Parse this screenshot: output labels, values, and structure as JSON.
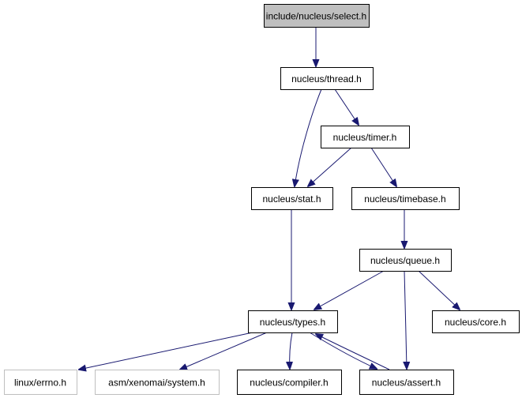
{
  "graph": {
    "edge_color": "#191970",
    "root_fill": "#bfbfbf",
    "external_border": "#bfbfbf",
    "nodes": [
      {
        "id": "select",
        "label": "include/nucleus/select.h",
        "kind": "root"
      },
      {
        "id": "thread",
        "label": "nucleus/thread.h",
        "kind": "header"
      },
      {
        "id": "timer",
        "label": "nucleus/timer.h",
        "kind": "header"
      },
      {
        "id": "stat",
        "label": "nucleus/stat.h",
        "kind": "header"
      },
      {
        "id": "timebase",
        "label": "nucleus/timebase.h",
        "kind": "header"
      },
      {
        "id": "queue",
        "label": "nucleus/queue.h",
        "kind": "header"
      },
      {
        "id": "types",
        "label": "nucleus/types.h",
        "kind": "header"
      },
      {
        "id": "core",
        "label": "nucleus/core.h",
        "kind": "header"
      },
      {
        "id": "errno",
        "label": "linux/errno.h",
        "kind": "external"
      },
      {
        "id": "system",
        "label": "asm/xenomai/system.h",
        "kind": "external"
      },
      {
        "id": "compiler",
        "label": "nucleus/compiler.h",
        "kind": "header"
      },
      {
        "id": "assert",
        "label": "nucleus/assert.h",
        "kind": "header"
      }
    ],
    "edges": [
      {
        "from": "select",
        "to": "thread"
      },
      {
        "from": "thread",
        "to": "stat"
      },
      {
        "from": "thread",
        "to": "timer"
      },
      {
        "from": "timer",
        "to": "stat"
      },
      {
        "from": "timer",
        "to": "timebase"
      },
      {
        "from": "stat",
        "to": "types"
      },
      {
        "from": "timebase",
        "to": "queue"
      },
      {
        "from": "queue",
        "to": "types"
      },
      {
        "from": "queue",
        "to": "assert"
      },
      {
        "from": "queue",
        "to": "core"
      },
      {
        "from": "types",
        "to": "errno"
      },
      {
        "from": "types",
        "to": "system"
      },
      {
        "from": "types",
        "to": "compiler"
      },
      {
        "from": "types",
        "to": "assert"
      },
      {
        "from": "assert",
        "to": "types"
      }
    ]
  }
}
